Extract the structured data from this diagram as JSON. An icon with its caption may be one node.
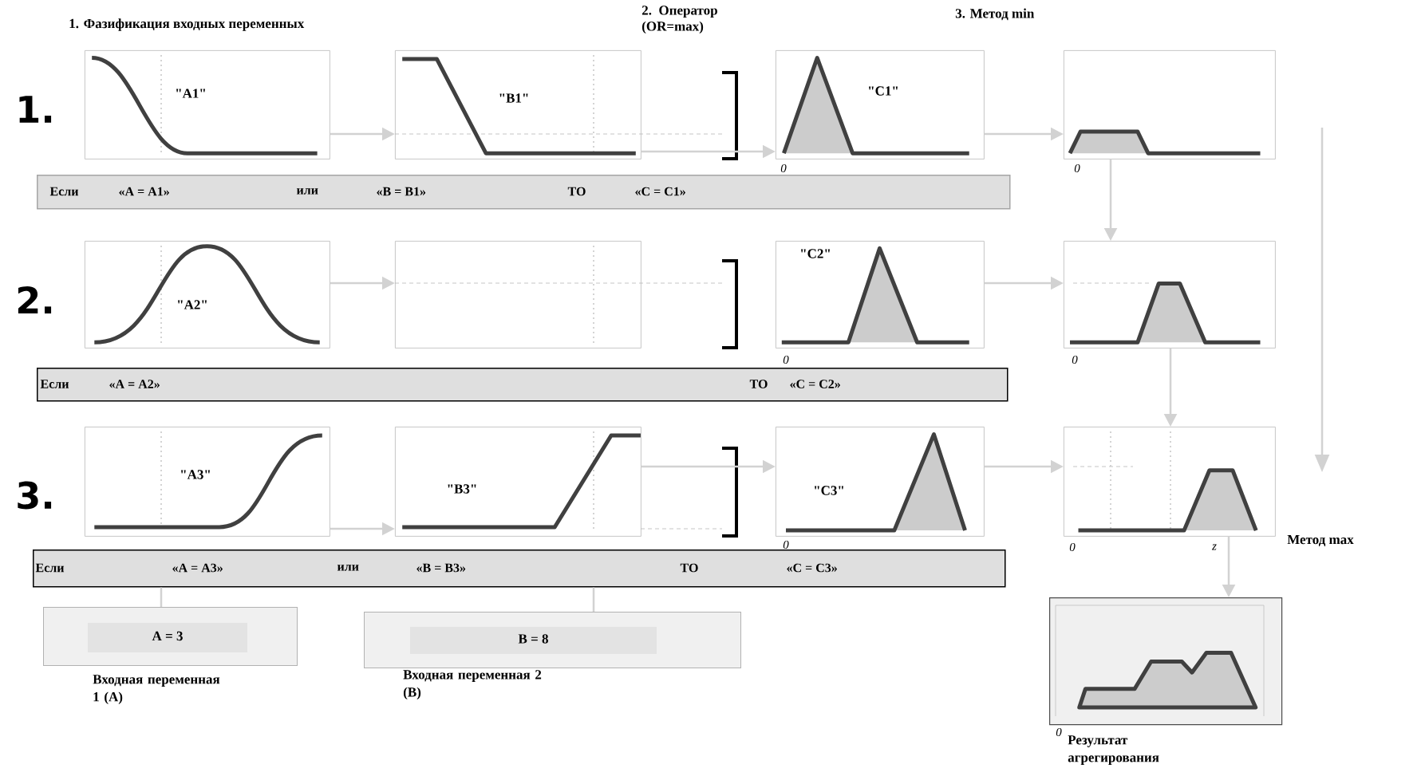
{
  "diagram": {
    "nodes": [
      {
        "text": [
          "\"A1\""
        ]
      },
      {
        "text": [
          "\"B1\""
        ]
      },
      {
        "text": [
          "\"C1\""
        ],
        "beside": [
          "0"
        ]
      },
      {
        "text": [],
        "shape": "box",
        "beside": [
          "0"
        ]
      },
      {
        "text": [
          "Если",
          "«A = A1»",
          "или",
          "«B = B1»",
          "ТО",
          "«C = C1»"
        ]
      },
      {
        "text": [
          "\"A2\""
        ]
      },
      {
        "text": [],
        "shape": "box"
      },
      {
        "text": [
          "\"C2\""
        ],
        "beside": [
          "0"
        ]
      },
      {
        "text": [],
        "shape": "box",
        "beside": [
          "0"
        ]
      },
      {
        "text": [
          "Если",
          "«A = A2»",
          "ТО",
          "«C = C2»"
        ]
      },
      {
        "text": [
          "\"A3\""
        ]
      },
      {
        "text": [
          "\"B3\""
        ]
      },
      {
        "text": [
          "\"C3\""
        ],
        "beside": [
          "0"
        ]
      },
      {
        "text": [],
        "shape": "box",
        "beside": [
          "0",
          "z"
        ]
      },
      {
        "text": [
          "Если",
          "«A = A3»",
          "или",
          "«B = B3»",
          "ТО",
          "«C = C3»"
        ]
      },
      {
        "text": [
          "A = 3"
        ],
        "beside": [
          "Входная переменная 1 (A)"
        ]
      },
      {
        "text": [
          "B = 8"
        ],
        "beside": [
          "Входная переменная 2 (B)"
        ]
      },
      {
        "text": [],
        "shape": "box",
        "beside": [
          "0",
          "Результат агрегирования"
        ]
      }
    ],
    "edges": [
      {
        "from": 0,
        "to": 1,
        "arrow": "to"
      },
      {
        "from": 1,
        "to": 2,
        "arrow": "to"
      },
      {
        "from": 2,
        "to": 3,
        "arrow": "to"
      },
      {
        "from": 5,
        "to": 6,
        "arrow": "to"
      },
      {
        "from": 7,
        "to": 8,
        "arrow": "to"
      },
      {
        "from": 10,
        "to": 11,
        "arrow": "to"
      },
      {
        "from": 11,
        "to": 12,
        "arrow": "to"
      },
      {
        "from": 12,
        "to": 13,
        "arrow": "to"
      },
      {
        "from": 3,
        "to": 8,
        "arrow": "to"
      },
      {
        "from": 8,
        "to": 13,
        "arrow": "to"
      },
      {
        "from": 13,
        "to": 17,
        "arrow": "to"
      },
      {
        "from": 15,
        "to": 14,
        "arrow": "none"
      },
      {
        "from": 16,
        "to": 14,
        "arrow": "none"
      }
    ],
    "labels": [
      "1. Фазификация входных переменных",
      "2. Оператор (OR=max)",
      "3. Метод min",
      "1.",
      "2.",
      "3.",
      "Метод max"
    ]
  }
}
